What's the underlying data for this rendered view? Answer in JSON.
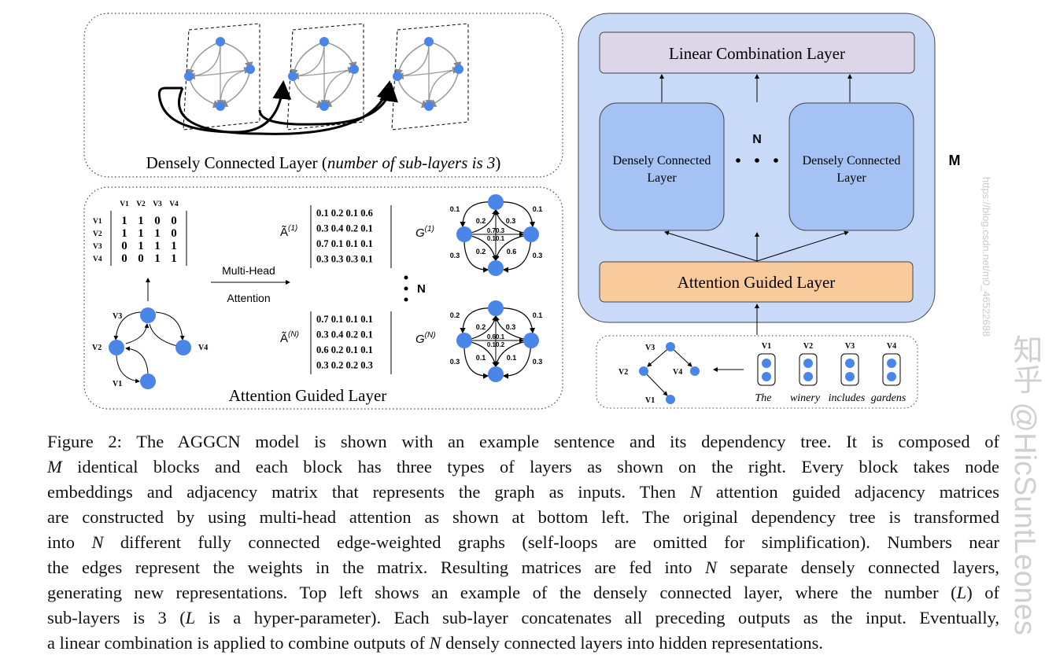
{
  "colors": {
    "node": "#4a86e8",
    "outer_panel": "#c9daf8",
    "linear_layer": "#ddd5e8",
    "dense_layer": "#a4c2f4",
    "attention_layer": "#f9cb9c"
  },
  "top_left": {
    "title_prefix": "Densely Connected Layer (",
    "title_italic": "number of sub-layers is 3",
    "title_suffix": ")"
  },
  "bottom_left": {
    "title": "Attention Guided Layer",
    "adjacency": {
      "col_labels": [
        "V1",
        "V2",
        "V3",
        "V4"
      ],
      "row_labels": [
        "V1",
        "V2",
        "V3",
        "V4"
      ],
      "rows": [
        [
          "1",
          "1",
          "0",
          "0"
        ],
        [
          "1",
          "1",
          "1",
          "0"
        ],
        [
          "0",
          "1",
          "1",
          "1"
        ],
        [
          "0",
          "0",
          "1",
          "1"
        ]
      ]
    },
    "tree_labels": {
      "v1": "V1",
      "v2": "V2",
      "v3": "V3",
      "v4": "V4"
    },
    "arrow_top": "Multi-Head",
    "arrow_bottom": "Attention",
    "n_label": "N",
    "matrix_1": {
      "symbol": "Ã",
      "sup": "(1)",
      "rows": [
        "0.1 0.2  0.1 0.6",
        "0.3 0.4  0.2 0.1",
        "0.7 0.1  0.1 0.1",
        "0.3 0.3  0.3 0.1"
      ]
    },
    "matrix_n": {
      "symbol": "Ã",
      "sup": "(N)",
      "rows": [
        "0.7 0.1  0.1 0.1",
        "0.3 0.4  0.2 0.1",
        "0.6 0.2  0.1 0.1",
        "0.3 0.2  0.2 0.3"
      ]
    },
    "graph_1": {
      "symbol": "G",
      "sup": "(1)",
      "outer": [
        "0.1",
        "0.1",
        "0.3",
        "0.3"
      ],
      "inner": [
        "0.2",
        "0.3",
        "0.2",
        "0.6"
      ],
      "center": [
        "0.70.3",
        "0.10.1"
      ]
    },
    "graph_n": {
      "symbol": "G",
      "sup": "(N)",
      "outer": [
        "0.2",
        "0.1",
        "0.3",
        "0.3"
      ],
      "inner": [
        "0.2",
        "0.3",
        "0.1",
        "0.1"
      ],
      "center": [
        "0.60.1",
        "0.10.2"
      ]
    }
  },
  "right": {
    "linear_layer": "Linear Combination Layer",
    "dense_layer_line1": "Densely Connected",
    "dense_layer_line2": "Layer",
    "n_label": "N",
    "m_label": "M",
    "attention_layer": "Attention Guided Layer",
    "tree_labels": {
      "v1": "V1",
      "v2": "V2",
      "v3": "V3",
      "v4": "V4"
    },
    "tokens": [
      {
        "label": "V1",
        "word": "The"
      },
      {
        "label": "V2",
        "word": "winery"
      },
      {
        "label": "V3",
        "word": "includes"
      },
      {
        "label": "V4",
        "word": "gardens"
      }
    ]
  },
  "caption": [
    [
      {
        "t": "Figure 2: The AGGCN model is shown with an example sentence and its dependency tree.  It is composed of"
      }
    ],
    [
      {
        "t": "M",
        "i": true
      },
      {
        "t": " identical blocks and each block has three types of layers as shown on the right.  Every block takes node"
      }
    ],
    [
      {
        "t": "embeddings and adjacency matrix that represents the graph as inputs. Then "
      },
      {
        "t": "N",
        "i": true
      },
      {
        "t": " attention guided adjacency matrices"
      }
    ],
    [
      {
        "t": "are constructed by using multi-head attention as shown at bottom left. The original dependency tree is transformed"
      }
    ],
    [
      {
        "t": "into "
      },
      {
        "t": "N",
        "i": true
      },
      {
        "t": " different fully connected edge-weighted graphs (self-loops are omitted for simplification). Numbers near"
      }
    ],
    [
      {
        "t": "the edges represent the weights in the matrix. Resulting matrices are fed into "
      },
      {
        "t": "N",
        "i": true
      },
      {
        "t": " separate densely connected layers,"
      }
    ],
    [
      {
        "t": "generating new representations. Top left shows an example of the densely connected layer, where the number ("
      },
      {
        "t": "L",
        "i": true
      },
      {
        "t": ") of"
      }
    ],
    [
      {
        "t": "sub-layers is 3 ("
      },
      {
        "t": "L",
        "i": true
      },
      {
        "t": " is a hyper-parameter). Each sub-layer concatenates all preceding outputs as the input. Eventually,"
      }
    ],
    [
      {
        "t": "a linear combination is applied to combine outputs of "
      },
      {
        "t": "N",
        "i": true
      },
      {
        "t": " densely connected layers into hidden representations."
      }
    ]
  ],
  "watermark": {
    "zhihu": "知乎 @HicSuntLeones",
    "csdn": "https://blog.csdn.net/m0_46522688"
  }
}
